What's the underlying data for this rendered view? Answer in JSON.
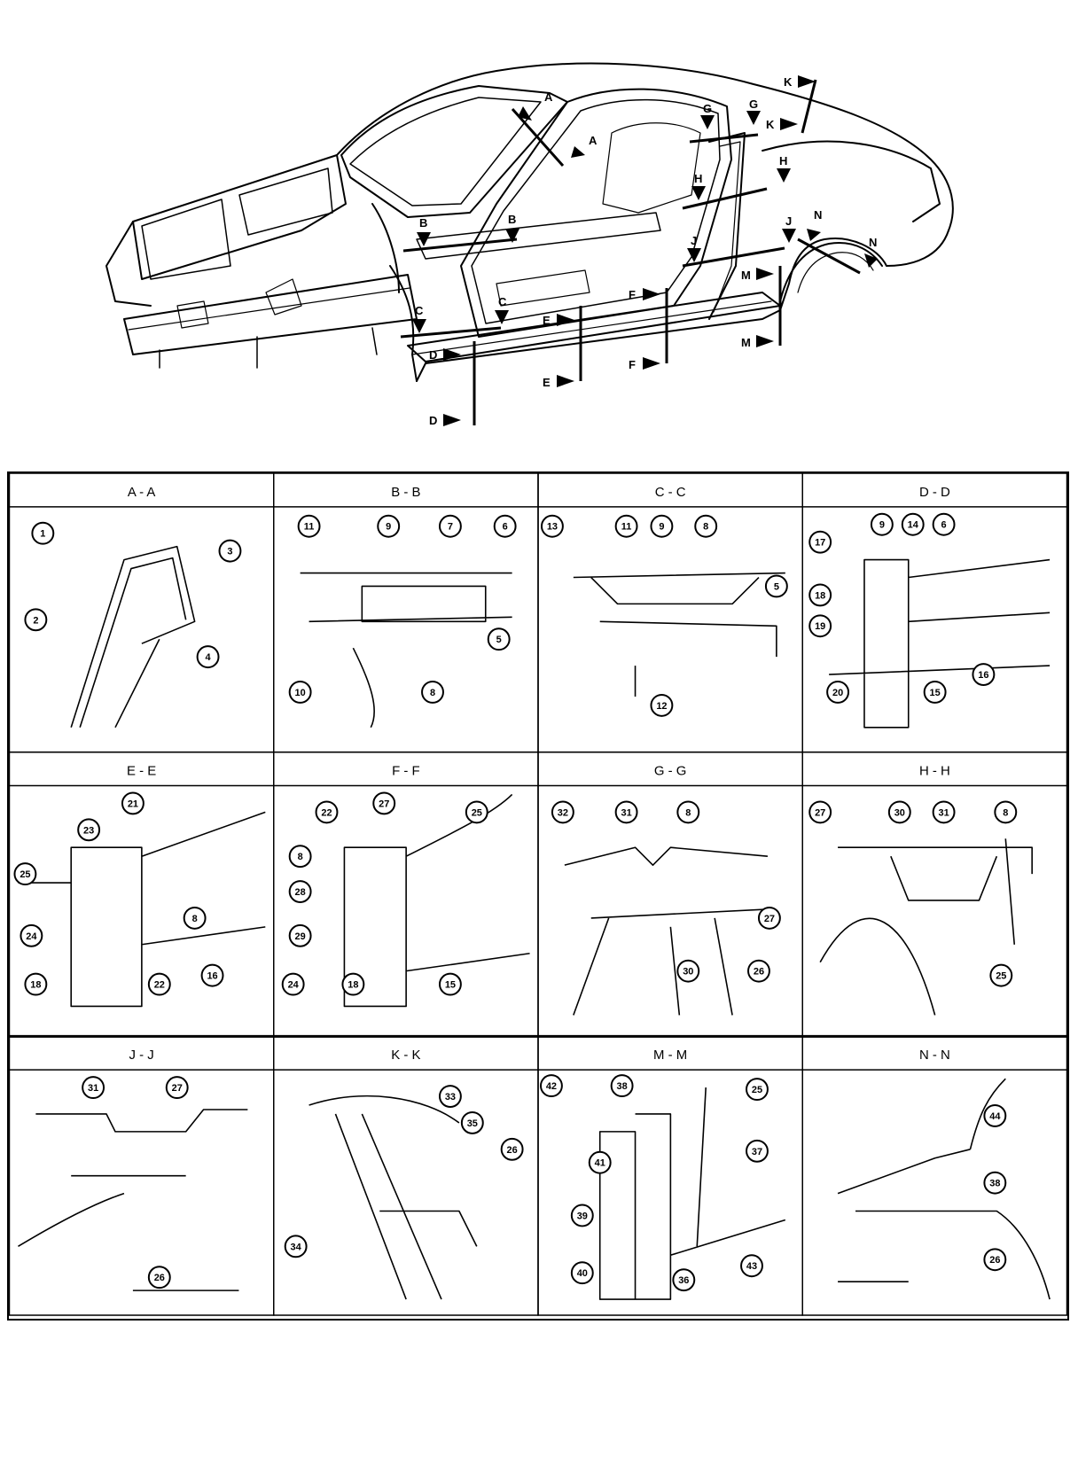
{
  "overview": {
    "section_marks": [
      "A",
      "A",
      "B",
      "B",
      "C",
      "C",
      "D",
      "D",
      "E",
      "E",
      "F",
      "F",
      "F",
      "G",
      "G",
      "H",
      "H",
      "J",
      "J",
      "K",
      "K",
      "M",
      "M",
      "N",
      "N"
    ]
  },
  "sections": [
    {
      "title": "A - A",
      "callouts": [
        "1",
        "2",
        "3",
        "4"
      ]
    },
    {
      "title": "B - B",
      "callouts": [
        "11",
        "9",
        "7",
        "6",
        "5",
        "10",
        "8"
      ]
    },
    {
      "title": "C - C",
      "callouts": [
        "13",
        "11",
        "9",
        "8",
        "5",
        "12"
      ]
    },
    {
      "title": "D - D",
      "callouts": [
        "9",
        "14",
        "6",
        "17",
        "18",
        "19",
        "20",
        "15",
        "16"
      ]
    },
    {
      "title": "E - E",
      "callouts": [
        "21",
        "23",
        "25",
        "8",
        "24",
        "16",
        "18",
        "22"
      ]
    },
    {
      "title": "F - F",
      "callouts": [
        "22",
        "27",
        "25",
        "8",
        "28",
        "29",
        "24",
        "18",
        "15"
      ]
    },
    {
      "title": "G - G",
      "callouts": [
        "32",
        "31",
        "8",
        "27",
        "30",
        "26"
      ]
    },
    {
      "title": "H - H",
      "callouts": [
        "27",
        "30",
        "31",
        "8",
        "25"
      ]
    },
    {
      "title": "J - J",
      "callouts": [
        "31",
        "27",
        "26"
      ]
    },
    {
      "title": "K - K",
      "callouts": [
        "33",
        "35",
        "26",
        "34"
      ]
    },
    {
      "title": "M - M",
      "callouts": [
        "42",
        "38",
        "25",
        "41",
        "37",
        "39",
        "40",
        "36",
        "43"
      ]
    },
    {
      "title": "N - N",
      "callouts": [
        "44",
        "38",
        "26"
      ]
    }
  ]
}
